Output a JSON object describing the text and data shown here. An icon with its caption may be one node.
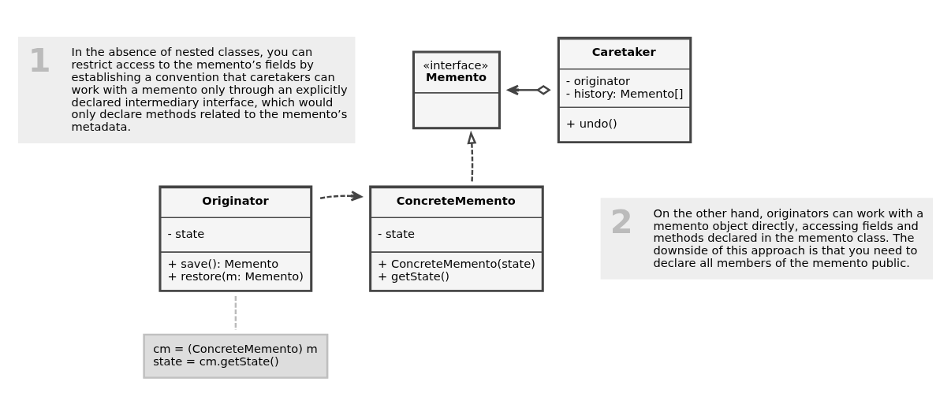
{
  "diagram": {
    "nodes": [
      {
        "text": [
          "1",
          "In the absence of nested classes, you can restrict access to the memento’s fields by establishing a convention that caretakers can work with a memento only through an explicitly declared intermediary interface, which would only declare methods related to the memento’s metadata."
        ]
      },
      {
        "text": [
          "«interface»",
          "Memento"
        ]
      },
      {
        "text": [
          "Caretaker",
          "- originator - history: Memento[]",
          "+ undo()"
        ]
      },
      {
        "text": [
          "Originator",
          "- state",
          "+ save(): Memento + restore(m: Memento)"
        ]
      },
      {
        "text": [
          "ConcreteMemento",
          "- state",
          "+ ConcreteMemento(state) + getState()"
        ]
      },
      {
        "text": [
          "2",
          "On the other hand, originators can work with a memento object directly, accessing fields and methods declared in the memento class. The downside of this approach is that you need to declare all members of the memento public."
        ]
      },
      {
        "text": [
          "cm = (ConcreteMemento) m state = cm.getState()"
        ]
      }
    ],
    "edges": [
      {
        "from": 2,
        "to": 1,
        "arrow": "to"
      },
      {
        "from": 4,
        "to": 1,
        "arrow": "to",
        "style": "dashed"
      },
      {
        "from": 3,
        "to": 4,
        "arrow": "to",
        "style": "dashed"
      },
      {
        "from": 3,
        "to": 6,
        "arrow": "none",
        "style": "dashed",
        "color": "#bbbbbb"
      }
    ]
  }
}
